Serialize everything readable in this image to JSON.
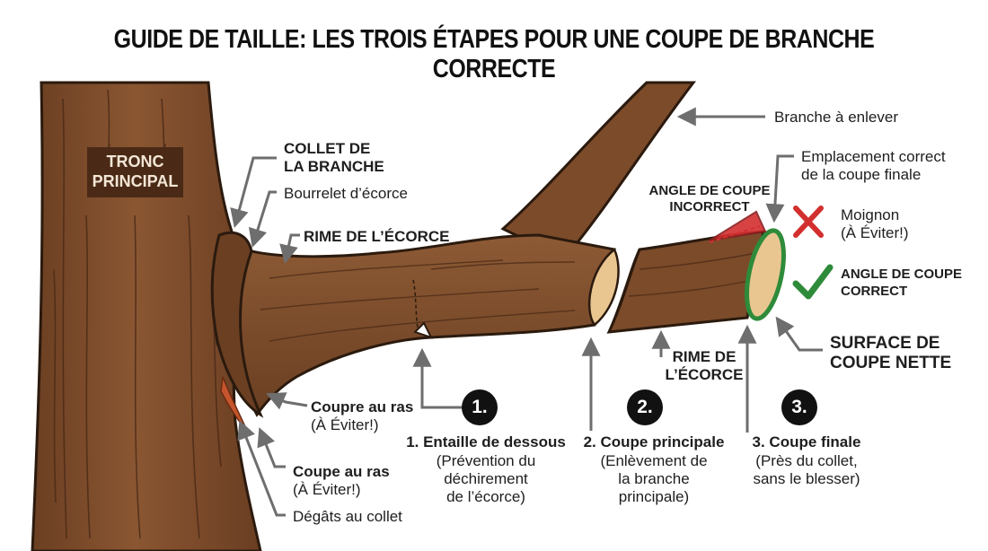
{
  "title": "GUIDE DE TAILLE: LES TROIS ÉTAPES POUR UNE COUPE DE BRANCHE CORRECTE",
  "trunk_label": [
    "TRONC",
    "PRINCIPAL"
  ],
  "collar_heading": [
    "COLLET DE",
    "LA BRANCHE"
  ],
  "bark_bulge": "Bourrelet d’écorce",
  "bark_ridge_top": "RIME DE L’ÉCORCE",
  "branch_to_remove": "Branche à enlever",
  "correct_location": [
    "Emplacement correct",
    "de la coupe finale"
  ],
  "incorrect_angle": [
    "ANGLE DE COUPE",
    "INCORRECT"
  ],
  "stub": [
    "Moignon",
    "(À Éviter!)"
  ],
  "correct_angle": [
    "ANGLE DE COUPE",
    "CORRECT"
  ],
  "clean_surface": [
    "SURFACE DE",
    "COUPE NETTE"
  ],
  "bark_ridge_bottom": [
    "RIME DE",
    "L’ÉCORCE"
  ],
  "flush_cut_1": [
    "Coupre au ras",
    "(À Éviter!)"
  ],
  "flush_cut_2": [
    "Coupe au ras",
    "(À Éviter!)"
  ],
  "collar_damage": "Dégâts au collet",
  "steps": [
    {
      "number": "1.",
      "title": "1. Entaille de dessous",
      "desc": [
        "(Prévention du",
        "déchirement",
        "de l’écorce)"
      ]
    },
    {
      "number": "2.",
      "title": "2. Coupe principale",
      "desc": [
        "(Enlèvement de",
        "la branche",
        "principale)"
      ]
    },
    {
      "number": "3.",
      "title": "3. Coupe finale",
      "desc": [
        "(Près du collet,",
        "sans le blesser)"
      ]
    }
  ],
  "colors": {
    "bark": "#7a4a2a",
    "bark_dark": "#4a2a16",
    "wood_cut": "#e9c690",
    "correct_green": "#2e8b3a",
    "incorrect_red": "#d32f2f",
    "outline": "#2b1a0e"
  },
  "icons": {
    "wrong": "cross-icon",
    "right": "check-icon"
  }
}
